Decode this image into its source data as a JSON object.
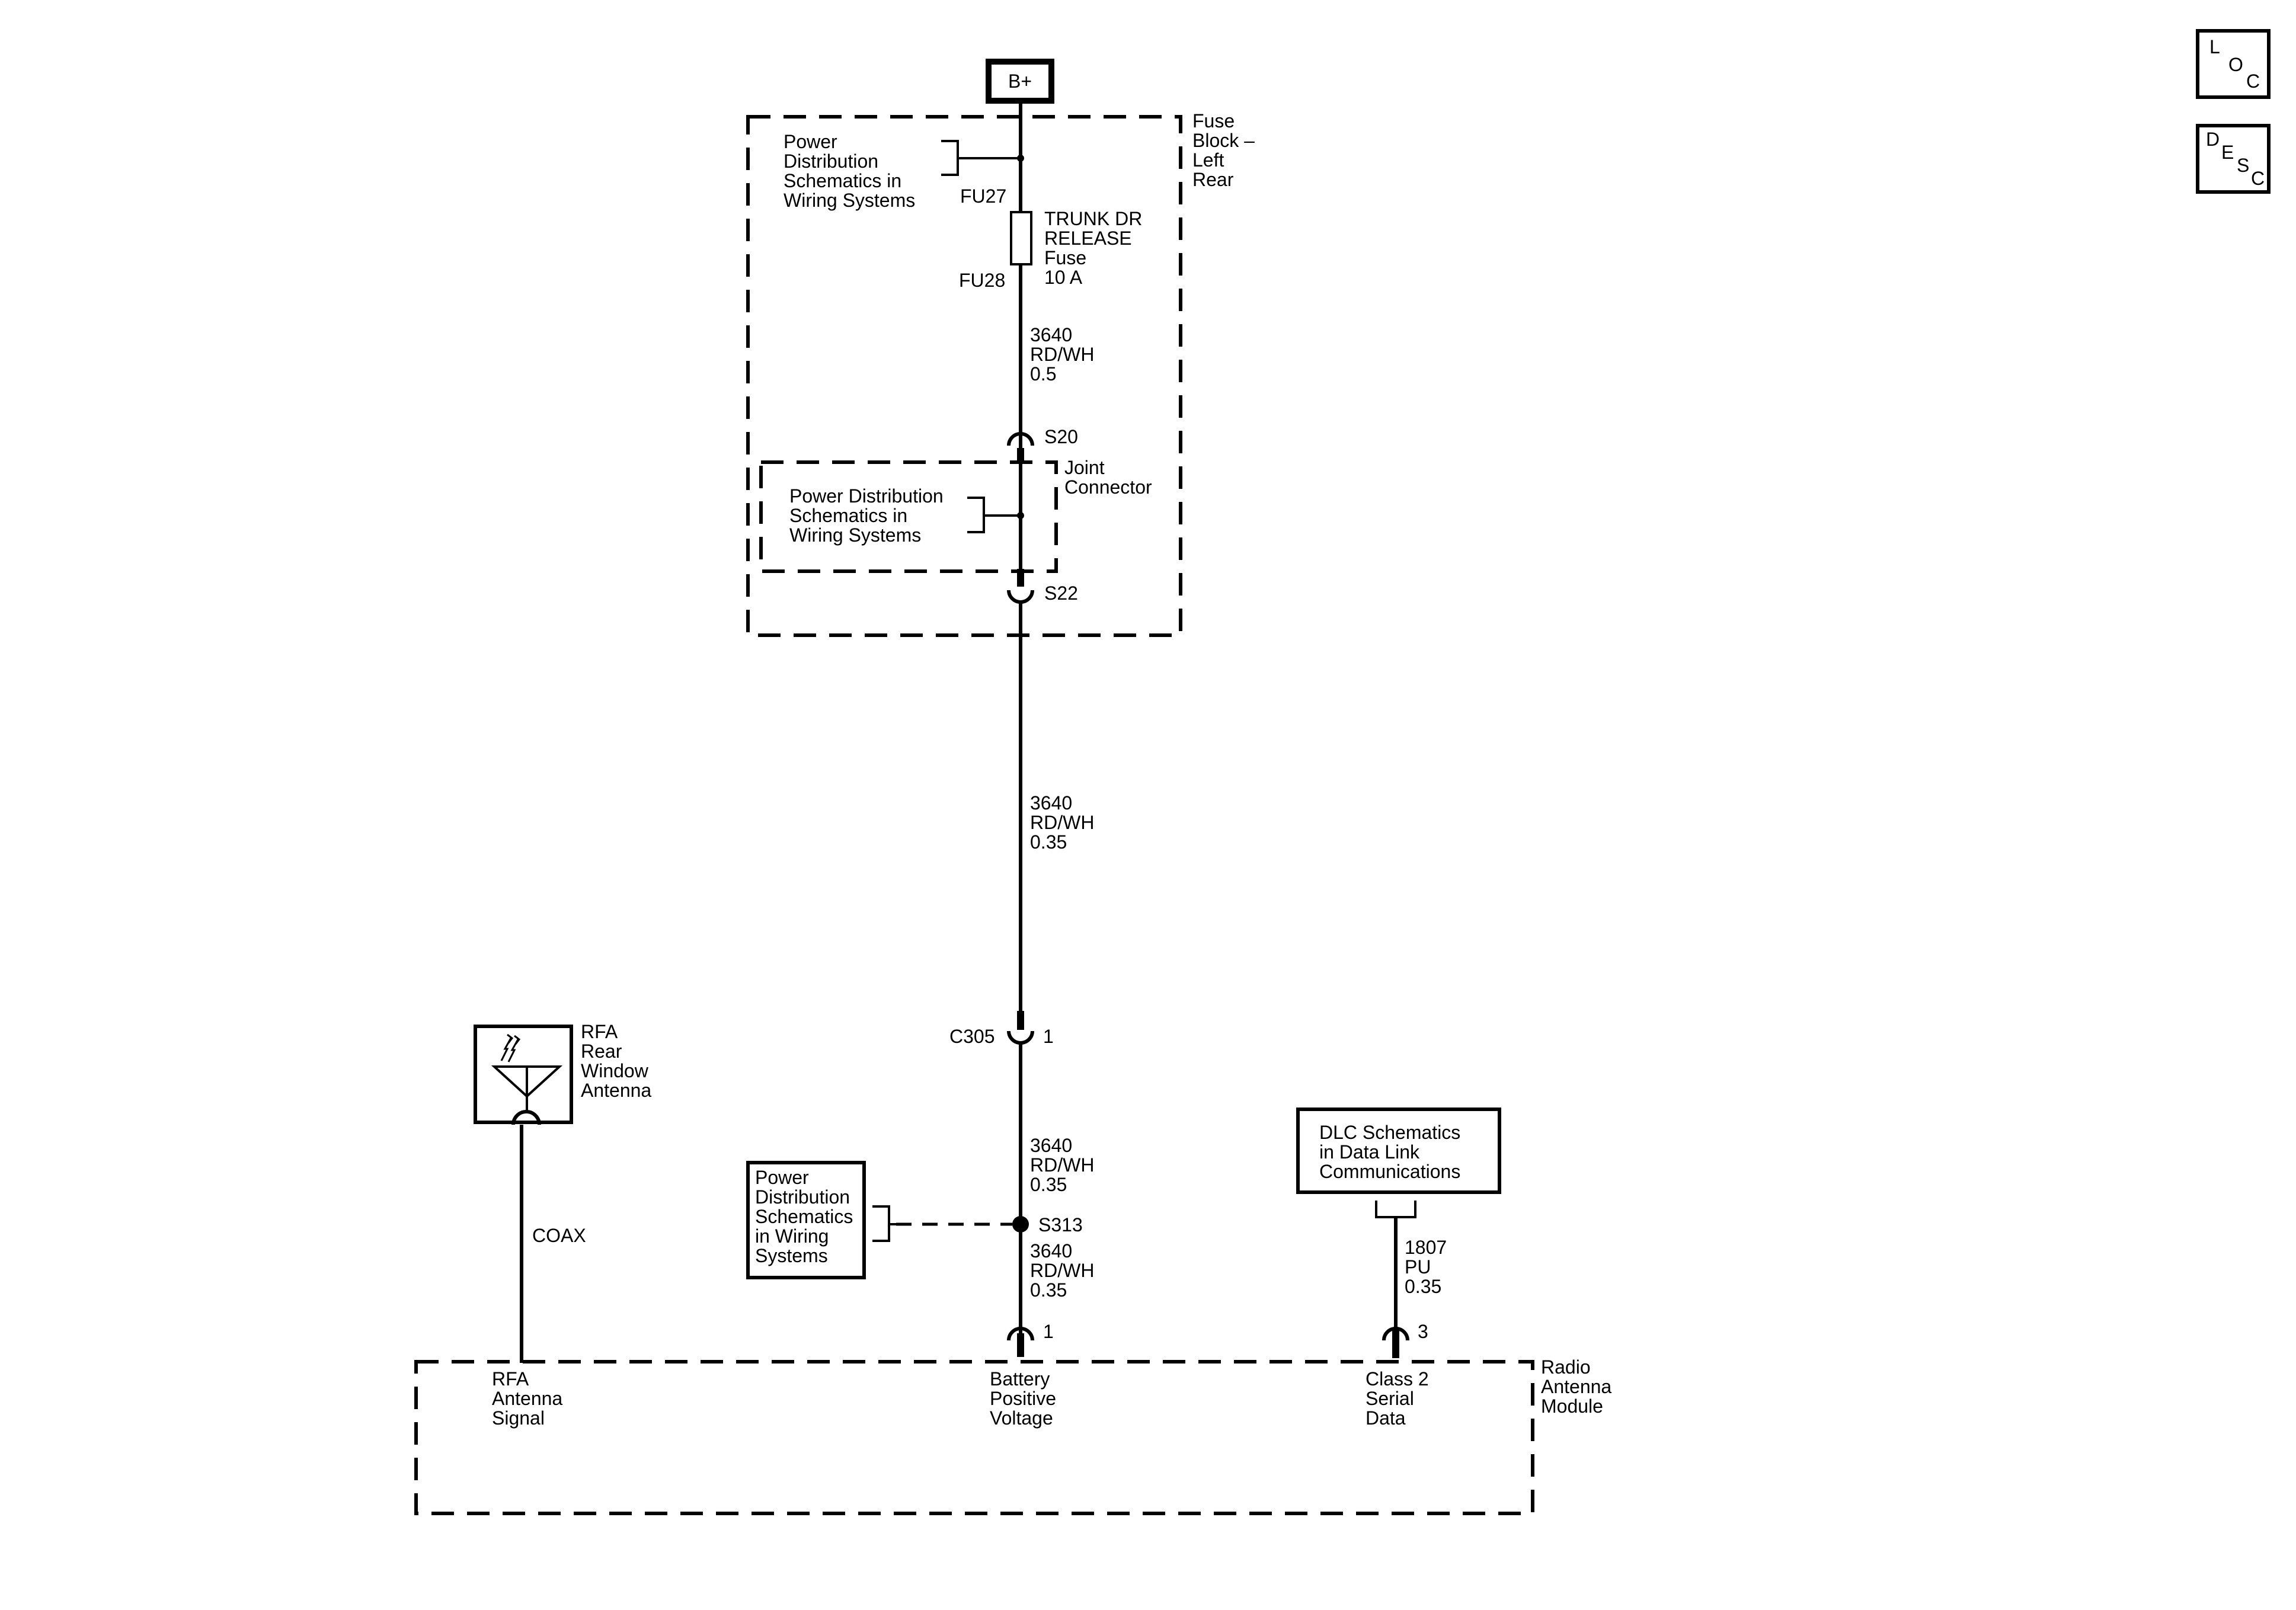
{
  "power_source": "B+",
  "fuse_block": {
    "label_lines": [
      "Fuse",
      "Block –",
      "Left",
      "Rear"
    ],
    "ref_top": [
      "Power",
      "Distribution",
      "Schematics in",
      "Wiring Systems"
    ],
    "fu_top": "FU27",
    "fu_bottom": "FU28",
    "fuse_label": [
      "TRUNK DR",
      "RELEASE",
      "Fuse",
      "10 A"
    ],
    "wire1": [
      "3640",
      "RD/WH",
      "0.5"
    ],
    "splice_top": "S20",
    "splice_bottom": "S22",
    "joint_label": [
      "Joint",
      "Connector"
    ],
    "joint_ref": [
      "Power Distribution",
      "Schematics in",
      "Wiring Systems"
    ]
  },
  "wire2": [
    "3640",
    "RD/WH",
    "0.35"
  ],
  "connector": {
    "name": "C305",
    "pin": "1"
  },
  "wire3": [
    "3640",
    "RD/WH",
    "0.35"
  ],
  "splice_s313": "S313",
  "s313_ref": [
    "Power",
    "Distribution",
    "Schematics",
    "in Wiring",
    "Systems"
  ],
  "wire4": [
    "3640",
    "RD/WH",
    "0.35"
  ],
  "antenna": {
    "label": [
      "RFA",
      "Rear",
      "Window",
      "Antenna"
    ],
    "cable": "COAX"
  },
  "dlc": {
    "box": [
      "DLC Schematics",
      "in Data Link",
      "Communications"
    ],
    "wire": [
      "1807",
      "PU",
      "0.35"
    ],
    "pin": "3"
  },
  "module": {
    "label": [
      "Radio",
      "Antenna",
      "Module"
    ],
    "pin_batt": "1",
    "rfa_signal": [
      "RFA",
      "Antenna",
      "Signal"
    ],
    "batt_voltage": [
      "Battery",
      "Positive",
      "Voltage"
    ],
    "serial_data": [
      "Class 2",
      "Serial",
      "Data"
    ]
  },
  "loc_letters": [
    "L",
    "O",
    "C"
  ],
  "desc_letters": [
    "D",
    "E",
    "S",
    "C"
  ]
}
